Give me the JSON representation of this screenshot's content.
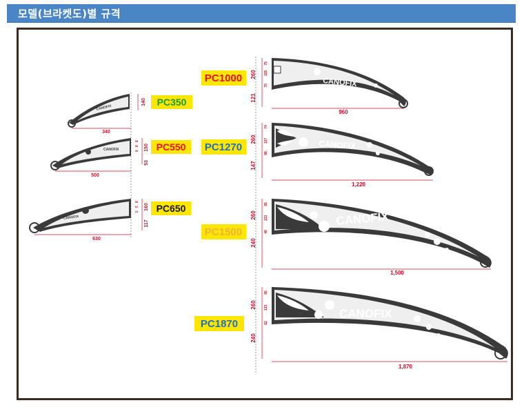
{
  "header": {
    "title": "모델(브라켓도)별 규격"
  },
  "brand_name": "CANOFIX",
  "models": [
    {
      "id": "pc350",
      "name": "PC350",
      "label_bg": "#ffe600",
      "label_color": "#1a9c3a",
      "length": "340",
      "height": "140"
    },
    {
      "id": "pc550",
      "name": "PC550",
      "label_bg": "#ffe600",
      "label_color": "#e8102e",
      "length": "500",
      "height": "150",
      "height_lower": "53",
      "sub_dims": [
        "58",
        "58",
        "35"
      ]
    },
    {
      "id": "pc650",
      "name": "PC650",
      "label_bg": "#ffe600",
      "label_color": "#111111",
      "length": "630",
      "height": "160",
      "height_lower": "117",
      "sub_dims": [
        "58",
        "62",
        "24"
      ]
    },
    {
      "id": "pc1000",
      "name": "PC1000",
      "label_bg": "#ffe600",
      "label_color": "#e8102e",
      "length": "960",
      "height": "260",
      "height_lower": "121",
      "sub_dims": [
        "75",
        "105",
        "70"
      ]
    },
    {
      "id": "pc1270",
      "name": "PC1270",
      "label_bg": "#ffe600",
      "label_color": "#1f6fc0",
      "length": "1,220",
      "height": "260",
      "height_lower": "147",
      "sub_dims": [
        "74",
        "107",
        "88"
      ]
    },
    {
      "id": "pc1500",
      "name": "PC1500",
      "label_bg": "#ffe600",
      "label_color": "#f2b23a",
      "length": "1,500",
      "height": "260",
      "height_lower": "240",
      "sub_dims": [
        "85",
        "133",
        "48"
      ]
    },
    {
      "id": "pc1870",
      "name": "PC1870",
      "label_bg": "#ffe600",
      "label_color": "#1f6fc0",
      "length": "1,870",
      "height": "260",
      "height_lower": "240",
      "sub_dims": [
        "85",
        "133",
        "62"
      ]
    }
  ],
  "colors": {
    "bracket": "#3a3a3a",
    "dimension": "#c8102e",
    "frame": "#3b2a22",
    "header": "#4a86c5"
  }
}
